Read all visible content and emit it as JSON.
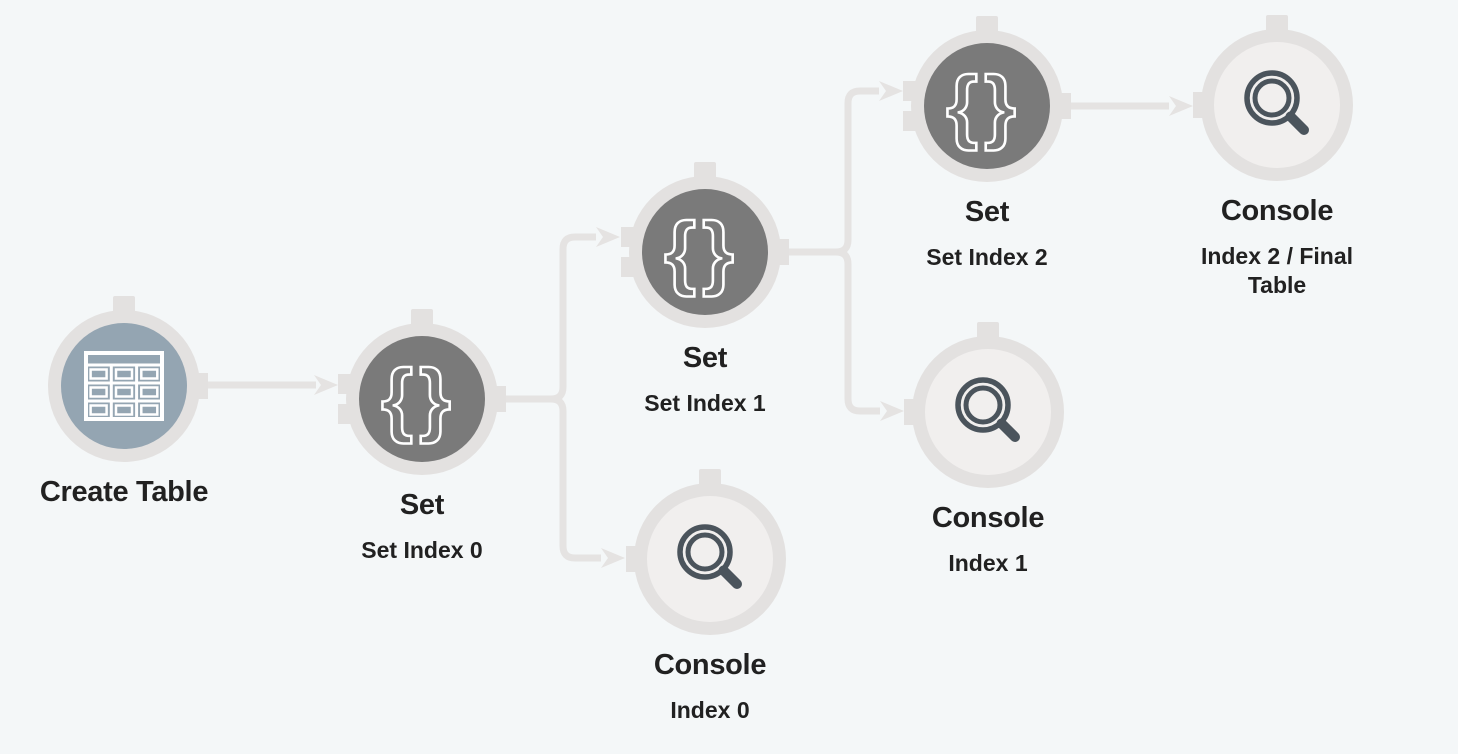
{
  "canvas": {
    "background_color": "#f4f7f8",
    "wire_color": "#e5e3e2"
  },
  "palette": {
    "ring_gray": "#e3e1e0",
    "set_node_fill": "#7a7a7a",
    "create_table_node_fill": "#94a5b2",
    "console_node_fill": "#f1efee",
    "icon_dark": "#4b545c",
    "icon_light": "#ffffff",
    "label_color": "#212121"
  },
  "icons": {
    "braces_glyph": "{}"
  },
  "nodes": {
    "create_table": {
      "title": "Create Table",
      "subtitle": "",
      "icon": "table-grid-icon"
    },
    "set0": {
      "title": "Set",
      "subtitle": "Set Index 0",
      "icon": "braces-icon"
    },
    "set1": {
      "title": "Set",
      "subtitle": "Set Index 1",
      "icon": "braces-icon"
    },
    "console0": {
      "title": "Console",
      "subtitle": "Index 0",
      "icon": "magnifier-icon"
    },
    "set2": {
      "title": "Set",
      "subtitle": "Set Index 2",
      "icon": "braces-icon"
    },
    "console1": {
      "title": "Console",
      "subtitle": "Index 1",
      "icon": "magnifier-icon"
    },
    "console2": {
      "title": "Console",
      "subtitle": "Index 2 / Final Table",
      "icon": "magnifier-icon"
    }
  },
  "connections": [
    {
      "from": "Create Table",
      "to": "Set (Set Index 0)"
    },
    {
      "from": "Set (Set Index 0)",
      "to": "Set (Set Index 1)"
    },
    {
      "from": "Set (Set Index 0)",
      "to": "Console (Index 0)"
    },
    {
      "from": "Set (Set Index 1)",
      "to": "Set (Set Index 2)"
    },
    {
      "from": "Set (Set Index 1)",
      "to": "Console (Index 1)"
    },
    {
      "from": "Set (Set Index 2)",
      "to": "Console (Index 2 / Final Table)"
    }
  ]
}
